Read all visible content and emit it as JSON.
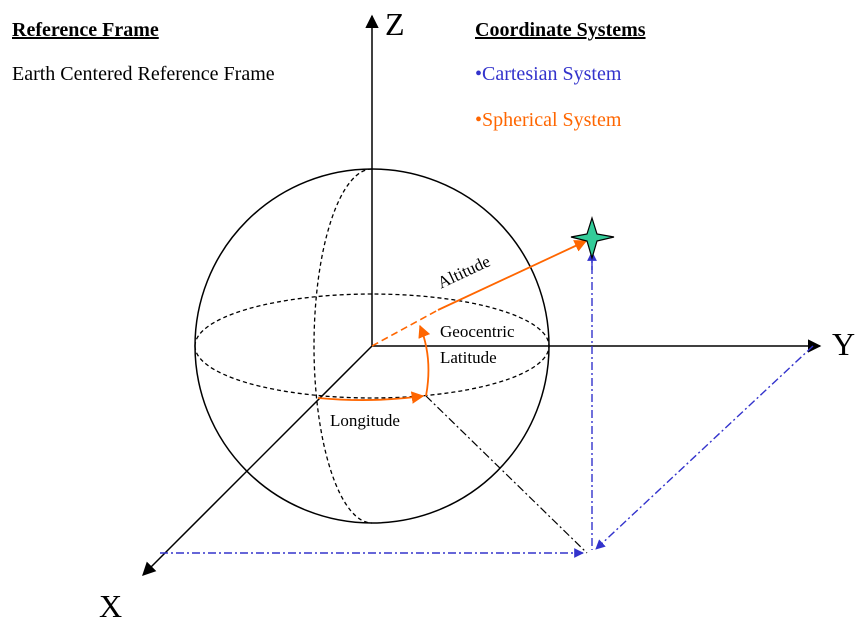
{
  "reference_frame": {
    "heading": "Reference Frame",
    "description": "Earth Centered Reference Frame"
  },
  "coordinate_systems": {
    "heading": "Coordinate Systems",
    "items": [
      {
        "label": "•Cartesian System",
        "color": "#3333cc"
      },
      {
        "label": "•Spherical System",
        "color": "#ff6600"
      }
    ]
  },
  "axes": {
    "x": "X",
    "y": "Y",
    "z": "Z"
  },
  "diagram_labels": {
    "altitude": "Altitude",
    "geocentric": "Geocentric",
    "latitude": "Latitude",
    "longitude": "Longitude"
  },
  "colors": {
    "axis": "#000000",
    "spherical": "#ff6600",
    "cartesian": "#3333cc",
    "star_fill": "#33cc99"
  },
  "icons": {
    "target": "star-icon"
  }
}
